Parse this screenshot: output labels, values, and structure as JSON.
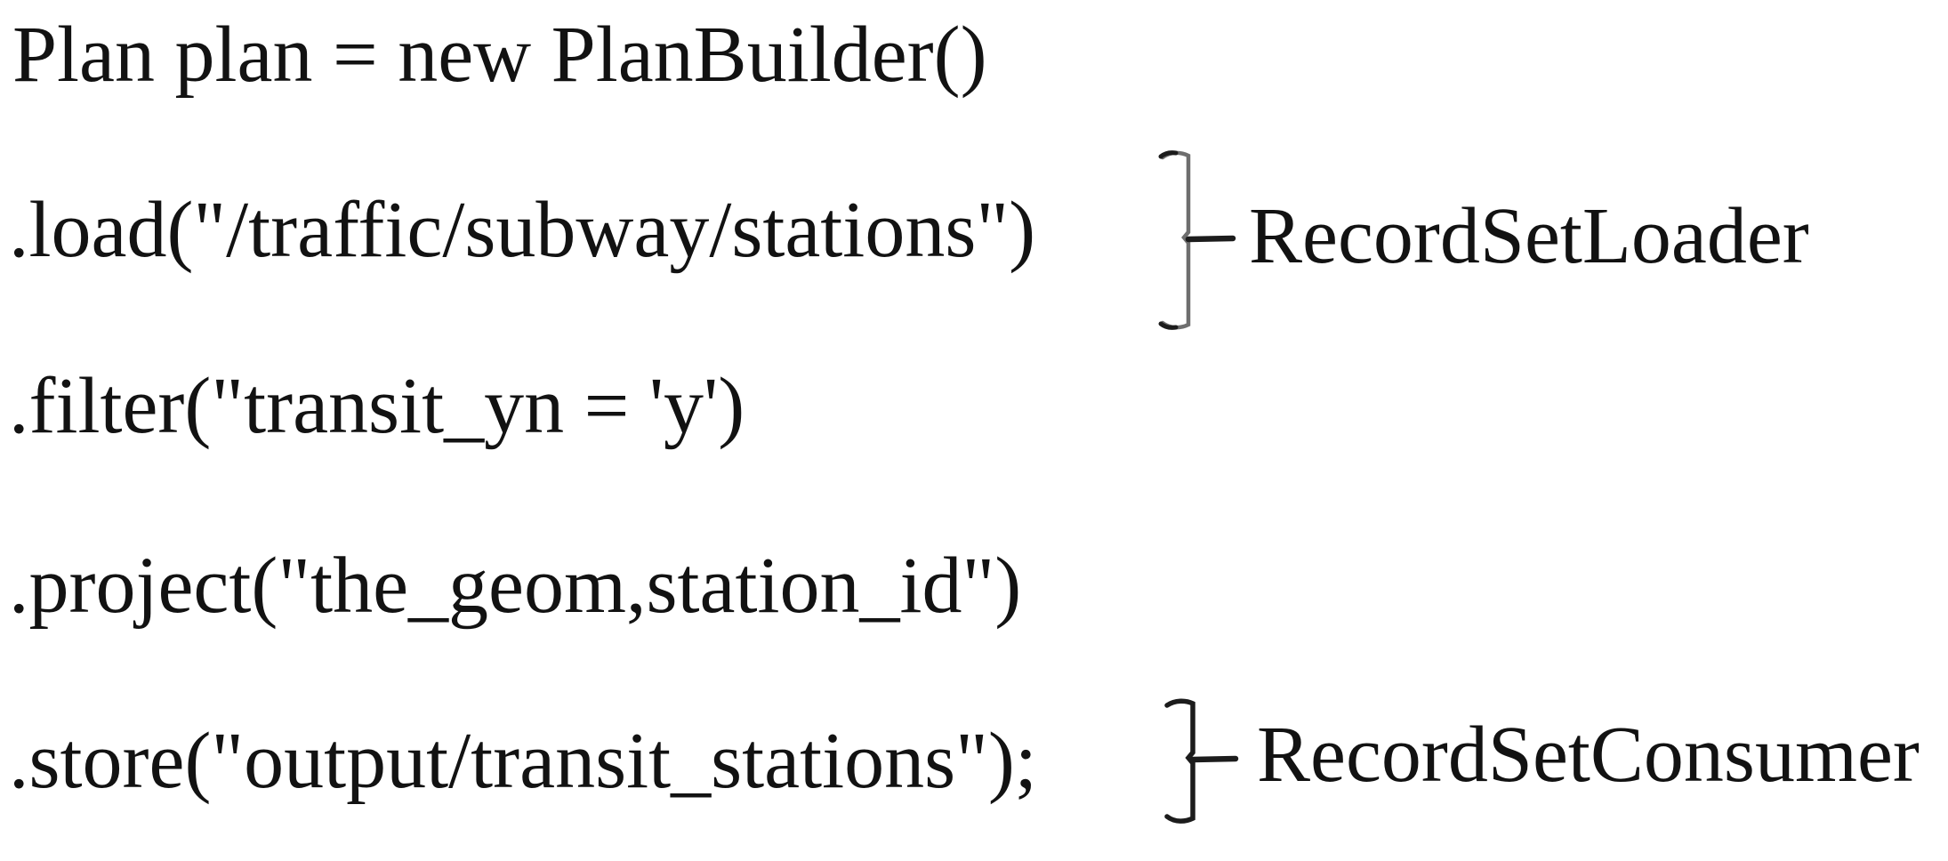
{
  "figure": {
    "background_color": "#ffffff",
    "text_color": "#121212",
    "code_lines": [
      "Plan plan = new PlanBuilder()",
      ".load(\"/traffic/subway/stations\")",
      ".filter(\"transit_yn = 'y')",
      ".project(\"the_geom,station_id\")",
      ".store(\"output/transit_stations\");"
    ],
    "annotations": [
      {
        "label": "RecordSetLoader",
        "bracket_color": "#6e6e6e",
        "tick_color": "#1c1c1c"
      },
      {
        "label": "RecordSetConsumer",
        "bracket_color": "#1c1c1c",
        "tick_color": "#1c1c1c"
      }
    ]
  }
}
